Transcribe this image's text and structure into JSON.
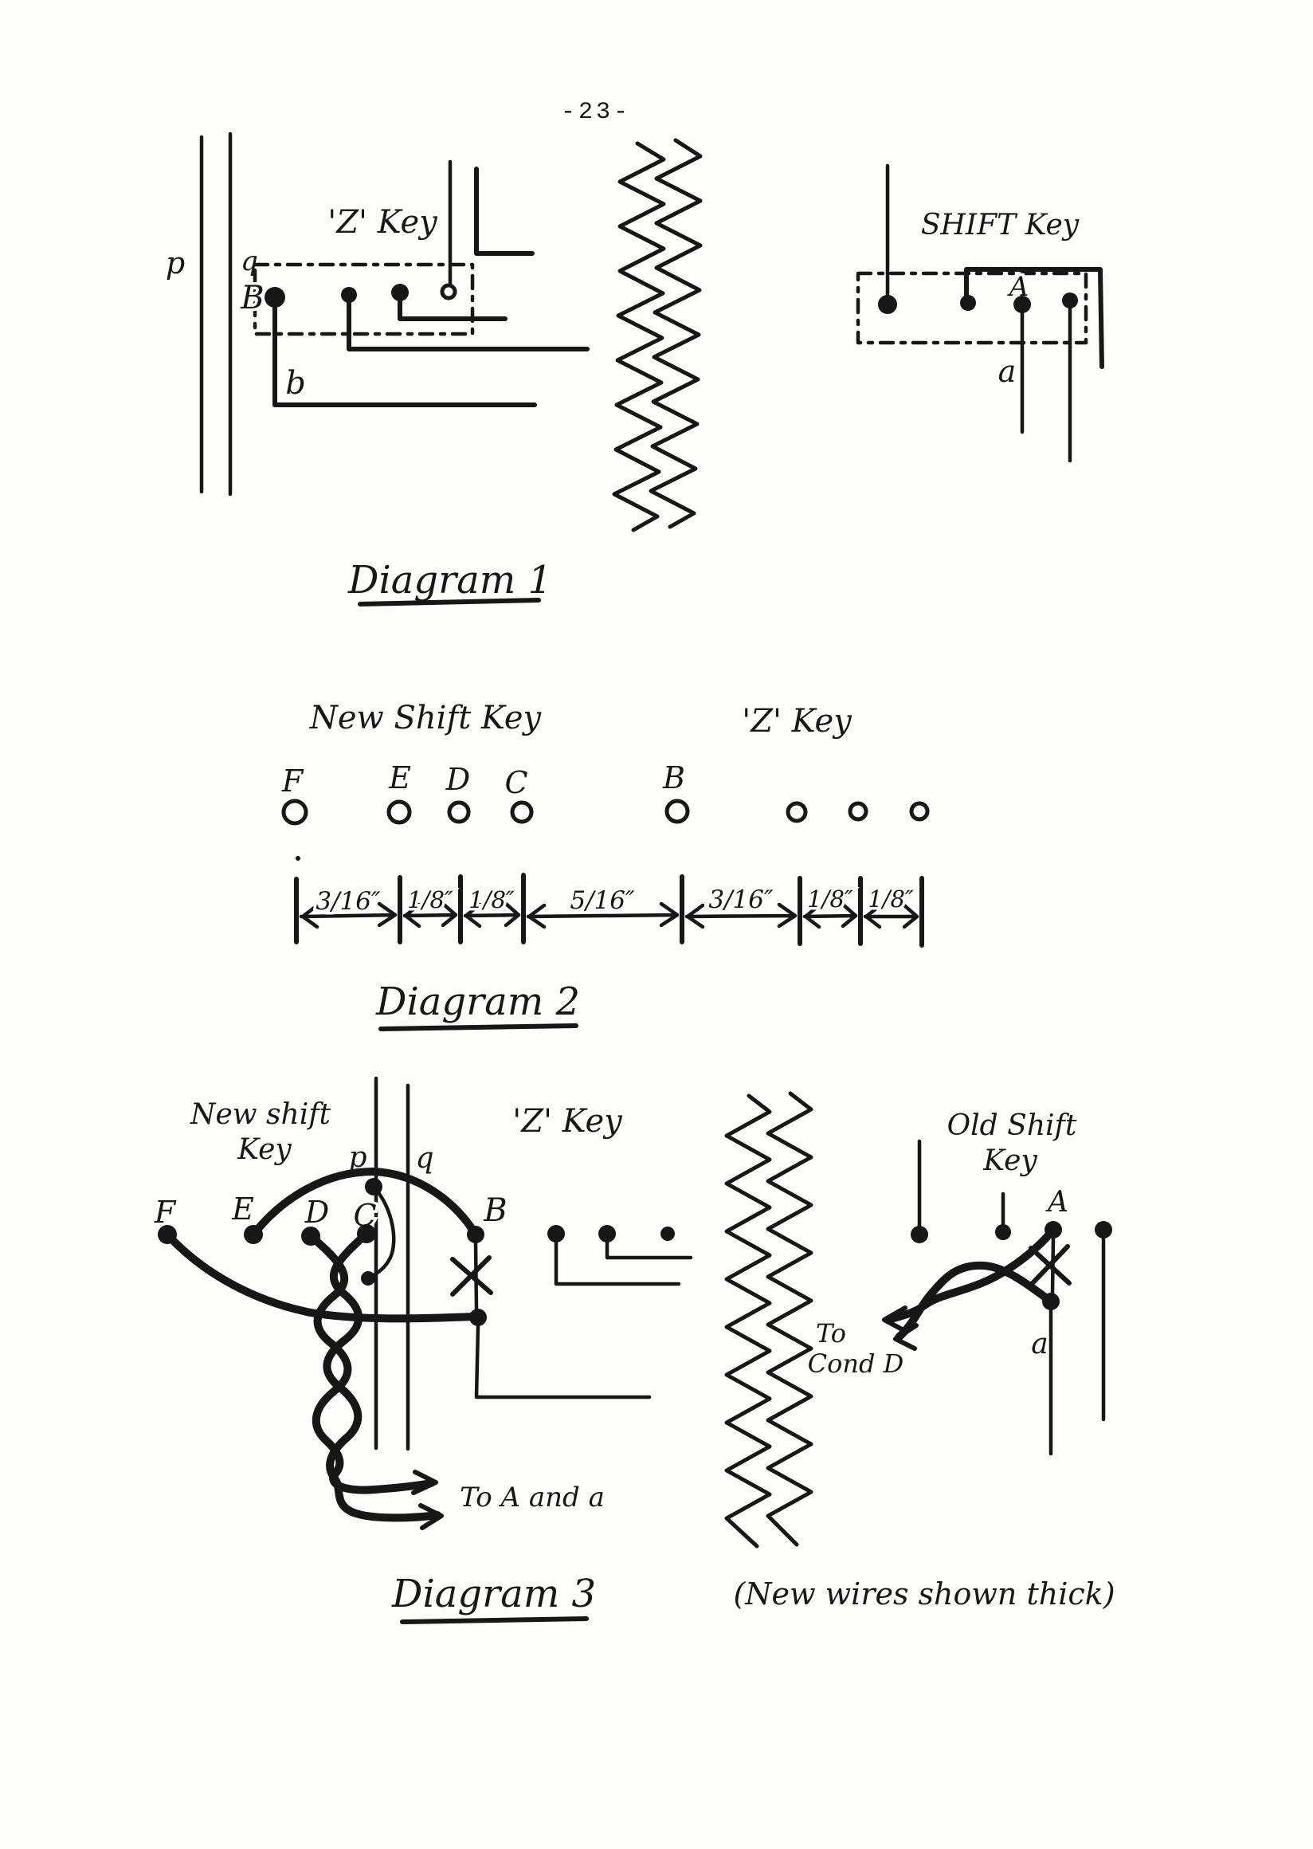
{
  "page": {
    "number": "-23-"
  },
  "diagram1": {
    "title": "Diagram 1",
    "z_key_label": "'Z' Key",
    "shift_key_label": "SHIFT Key",
    "labels": {
      "p": "p",
      "q": "q",
      "B": "B",
      "b": "b",
      "A": "A",
      "a": "a"
    }
  },
  "diagram2": {
    "title": "Diagram 2",
    "new_shift_key_label": "New Shift Key",
    "z_key_label": "'Z' Key",
    "terminals": [
      "F",
      "E",
      "D",
      "C",
      "B"
    ],
    "measurements": [
      "3/16″",
      "1/8″",
      "1/8″",
      "5/16″",
      "3/16″",
      "1/8″",
      "1/8″"
    ]
  },
  "diagram3": {
    "title": "Diagram 3",
    "note": "(New wires shown thick)",
    "new_shift_key_line1": "New shift",
    "new_shift_key_line2": "Key",
    "z_key_label": "'Z' Key",
    "old_shift_key_line1": "Old Shift",
    "old_shift_key_line2": "Key",
    "terminals": {
      "F": "F",
      "E": "E",
      "D": "D",
      "C": "C",
      "B": "B",
      "p": "p",
      "q": "q",
      "A": "A",
      "a": "a"
    },
    "to_a_and_a": "To A and a",
    "to_cond_line1": "To",
    "to_cond_line2": "Cond D"
  }
}
